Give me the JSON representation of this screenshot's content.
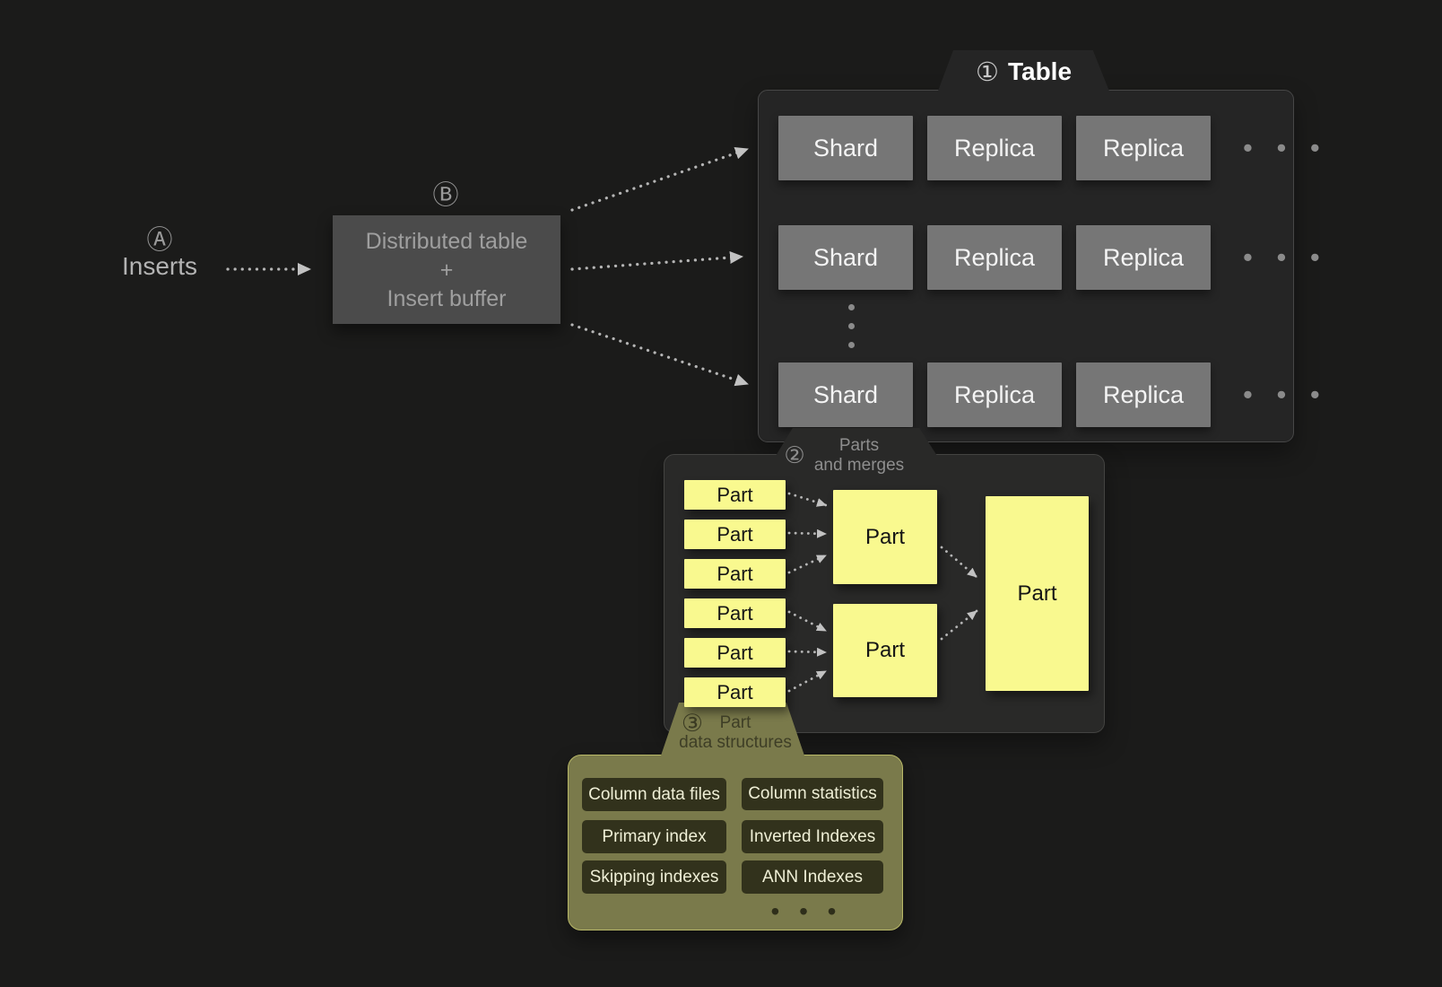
{
  "markers": {
    "insert": "Ⓐ",
    "distributed": "Ⓑ",
    "table": "①",
    "parts": "②",
    "structures": "③"
  },
  "inserts_label": "Inserts",
  "distributed_box": {
    "line1": "Distributed table",
    "line2": "+",
    "line3": "Insert buffer"
  },
  "table_panel": {
    "title": "Table",
    "row_ellipsis": "• • •",
    "rows": [
      {
        "cells": [
          "Shard",
          "Replica",
          "Replica"
        ]
      },
      {
        "cells": [
          "Shard",
          "Replica",
          "Replica"
        ]
      },
      {
        "cells": [
          "Shard",
          "Replica",
          "Replica"
        ]
      }
    ]
  },
  "parts_panel": {
    "label_line1": "Parts",
    "label_line2": "and merges",
    "source_parts": [
      "Part",
      "Part",
      "Part",
      "Part",
      "Part",
      "Part"
    ],
    "merged_parts": [
      "Part",
      "Part"
    ],
    "final_part": "Part"
  },
  "structures_panel": {
    "label_line1": "Part",
    "label_line2": "data structures",
    "boxes": [
      "Column data files",
      "Column statistics",
      "Primary index",
      "Inverted Indexes",
      "Skipping indexes",
      "ANN Indexes"
    ],
    "ellipsis": "• • •"
  },
  "colors": {
    "background": "#1b1b1a",
    "panel_dark": "#252525",
    "gray_box": "#767676",
    "distributed_box": "#4b4b4b",
    "part_yellow": "#f9f98f",
    "olive_panel": "#7a7a4b",
    "olive_box": "#32321c",
    "arrow": "#b5b5b5"
  }
}
